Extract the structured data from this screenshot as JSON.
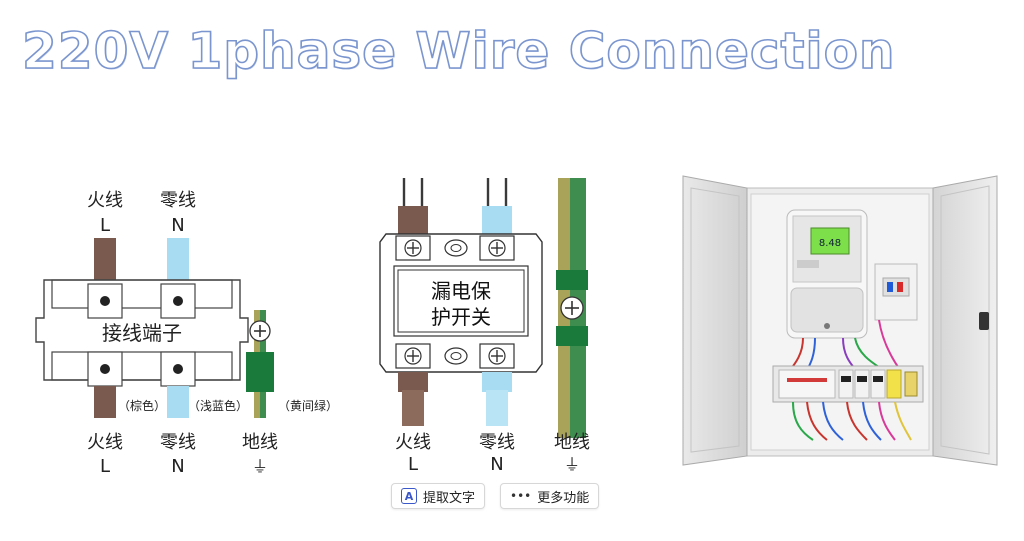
{
  "title": "220V 1phase Wire Connection",
  "left_diagram": {
    "top_live_cn": "火线",
    "top_live_letter": "L",
    "top_neutral_cn": "零线",
    "top_neutral_letter": "N",
    "block_label": "接线端子",
    "brown_note": "（棕色）",
    "blue_note": "（浅蓝色）",
    "ground_note": "（黄间绿）",
    "bottom_live_cn": "火线",
    "bottom_live_letter": "L",
    "bottom_neutral_cn": "零线",
    "bottom_neutral_letter": "N",
    "bottom_ground_cn": "地线",
    "ground_symbol": "⏚"
  },
  "middle_diagram": {
    "breaker_line1": "漏电保",
    "breaker_line2": "护开关",
    "live_cn": "火线",
    "live_letter": "L",
    "neutral_cn": "零线",
    "neutral_letter": "N",
    "ground_cn": "地线",
    "ground_symbol": "⏚"
  },
  "photo": {
    "meter_display": "8.48"
  },
  "toolbar": {
    "extract_text_label": "提取文字",
    "extract_text_icon": "text-scan-icon",
    "more_label": "更多功能",
    "more_icon": "ellipsis-icon"
  },
  "colors": {
    "brown": "#7a5a4e",
    "light_blue": "#a8dcf2",
    "green": "#1a7a3c",
    "yellow_green": "#a9a35a",
    "title_stroke": "#7b96cf"
  }
}
